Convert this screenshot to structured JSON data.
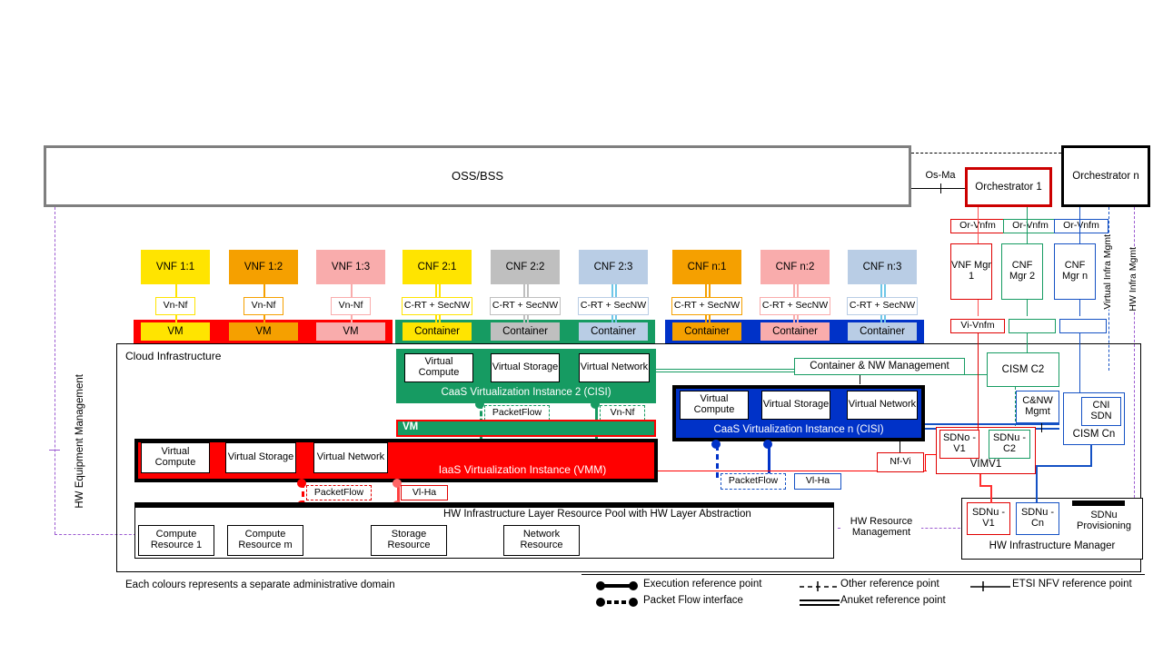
{
  "header": {
    "ossbss": "OSS/BSS",
    "os_ma": "Os-Ma",
    "orchestrator_1": "Orchestrator 1",
    "orchestrator_n": "Orchestrator n"
  },
  "managers": {
    "or_vnfm": "Or-Vnfm",
    "vi_vnfm": "Vi-Vnfm",
    "vnf_mgr_1": "VNF Mgr 1",
    "cnf_mgr_2": "CNF Mgr 2",
    "cnf_mgr_n": "CNF Mgr n",
    "virtual_infra_mgmt": "Virtual Infra Mgmt",
    "hw_infra_mgmt": "HW Infra Mgmt",
    "hw_equipment_mgmt": "HW Equipment Management",
    "hw_resource_mgmt": "HW Resource Management"
  },
  "workloads": [
    {
      "name": "VNF 1:1",
      "fill": "#ffe400",
      "border": "#ffe400",
      "text": "#000",
      "rp": "Vn-Nf",
      "unit": "VM",
      "unit_fill": "#ffe400",
      "base": "#ff0000",
      "line": "#ffe400"
    },
    {
      "name": "VNF 1:2",
      "fill": "#f5a000",
      "border": "#f5a000",
      "text": "#000",
      "rp": "Vn-Nf",
      "unit": "VM",
      "unit_fill": "#f5a000",
      "base": "#ff0000",
      "line": "#f5a000"
    },
    {
      "name": "VNF 1:3",
      "fill": "#f9acac",
      "border": "#f9acac",
      "text": "#000",
      "rp": "Vn-Nf",
      "unit": "VM",
      "unit_fill": "#f9acac",
      "base": "#ff0000",
      "line": "#f9acac"
    },
    {
      "name": "CNF 2:1",
      "fill": "#ffe400",
      "border": "#ffe400",
      "text": "#000",
      "rp": "C-RT + SecNW",
      "unit": "Container",
      "unit_fill": "#ffe400",
      "base": "#169b62",
      "line": "#ffe400"
    },
    {
      "name": "CNF 2:2",
      "fill": "#bfbfbf",
      "border": "#bfbfbf",
      "text": "#000",
      "rp": "C-RT + SecNW",
      "unit": "Container",
      "unit_fill": "#bfbfbf",
      "base": "#169b62",
      "line": "#bfbfbf"
    },
    {
      "name": "CNF 2:3",
      "fill": "#b9cde5",
      "border": "#b9cde5",
      "text": "#000",
      "rp": "C-RT + SecNW",
      "unit": "Container",
      "unit_fill": "#b9cde5",
      "base": "#169b62",
      "line": "#6fc7e8"
    },
    {
      "name": "CNF n:1",
      "fill": "#f5a000",
      "border": "#f5a000",
      "text": "#000",
      "rp": "C-RT + SecNW",
      "unit": "Container",
      "unit_fill": "#f5a000",
      "base": "#0032c8",
      "line": "#f5a000"
    },
    {
      "name": "CNF n:2",
      "fill": "#f9acac",
      "border": "#f9acac",
      "text": "#000",
      "rp": "C-RT + SecNW",
      "unit": "Container",
      "unit_fill": "#f9acac",
      "base": "#0032c8",
      "line": "#f9acac"
    },
    {
      "name": "CNF n:3",
      "fill": "#b9cde5",
      "border": "#b9cde5",
      "text": "#000",
      "rp": "C-RT + SecNW",
      "unit": "Container",
      "unit_fill": "#b9cde5",
      "base": "#0032c8",
      "line": "#6fc7e8"
    }
  ],
  "cloud": {
    "title": "Cloud Infrastructure",
    "virtual_compute": "Virtual Compute",
    "virtual_storage": "Virtual Storage",
    "virtual_network": "Virtual Network",
    "cisi2": "CaaS Virtualization Instance 2 (CISI)",
    "cisin": "CaaS Virtualization Instance n (CISI)",
    "vmm": "IaaS Virtualization Instance (VMM)",
    "vm": "VM",
    "hw_pool": "HW Infrastructure Layer Resource Pool with HW Layer Abstraction",
    "packetflow": "PacketFlow",
    "vn_nf": "Vn-Nf",
    "vi_ha": "Vl-Ha",
    "nf_vi": "Nf-Vi",
    "resources": [
      "Compute Resource 1",
      "Compute Resource m",
      "Storage Resource",
      "Network Resource"
    ]
  },
  "management": {
    "container_nw_mgmt": "Container & NW Management",
    "cism_c2": "CISM C2",
    "cism_cn": "CISM Cn",
    "cni_sdn": "CNI SDN",
    "cnw_mgmt": "C&NW Mgmt",
    "sdno_v1": "SDNo -V1",
    "sdnu_c2": "SDNu -C2",
    "vimv1": "VIMV1",
    "sdnu_v1": "SDNu -V1",
    "sdnu_cn": "SDNu -Cn",
    "sdnu_provisioning": "SDNu Provisioning",
    "hw_infra_manager": "HW Infrastructure Manager"
  },
  "footer": {
    "note": "Each colours represents a separate administrative domain",
    "legend": [
      "Execution reference point",
      "Packet Flow interface",
      "Other reference point",
      "Anuket reference point",
      "ETSI NFV reference point"
    ]
  },
  "colors": {
    "red": "#ff0000",
    "dark_red": "#cc0000",
    "green": "#169b62",
    "blue": "#0032c8",
    "nav_blue": "#1451c4",
    "purple": "#9b59d0",
    "gray": "#7f7f7f",
    "black": "#000000"
  }
}
